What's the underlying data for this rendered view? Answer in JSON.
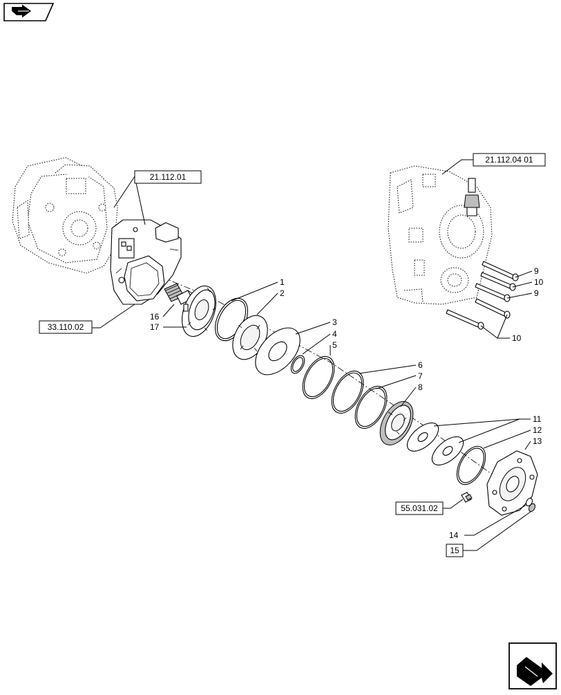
{
  "nav_icons": {
    "top_left": "book-arrow-icon",
    "bottom_right": "next-page-arrow-icon"
  },
  "references": {
    "ref_21_112_01": "21.112.01",
    "ref_21_112_04_01": "21.112.04 01",
    "ref_33_110_02": "33.110.02",
    "ref_55_031_02": "55.031.02",
    "ref_15": "15"
  },
  "callouts": {
    "c1": "1",
    "c2": "2",
    "c3": "3",
    "c4": "4",
    "c5": "5",
    "c6": "6",
    "c7": "7",
    "c8": "8",
    "c9a": "9",
    "c10a": "10",
    "c9b": "9",
    "c10b": "10",
    "c11": "11",
    "c12": "12",
    "c13": "13",
    "c14": "14",
    "c16": "16",
    "c17": "17"
  }
}
